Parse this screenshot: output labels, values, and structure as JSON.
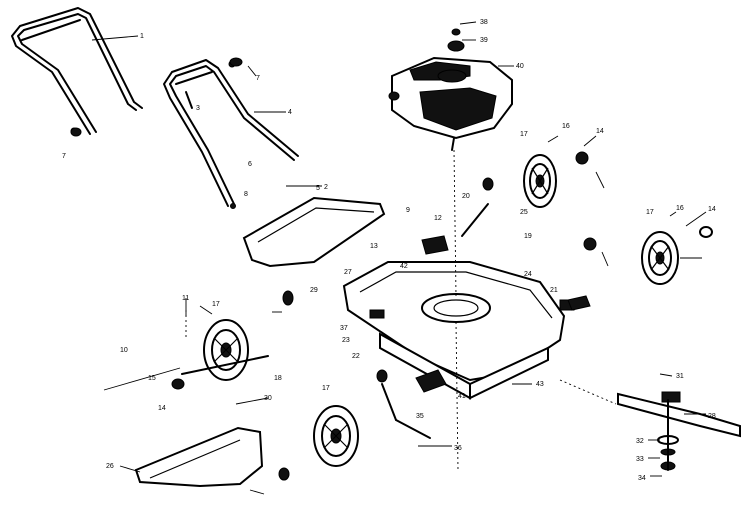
{
  "diagram": {
    "callouts": [
      {
        "id": "c1",
        "text": "1"
      },
      {
        "id": "c2",
        "text": "2"
      },
      {
        "id": "c3",
        "text": "3"
      },
      {
        "id": "c4",
        "text": "4"
      },
      {
        "id": "c5",
        "text": "5"
      },
      {
        "id": "c6",
        "text": "6"
      },
      {
        "id": "c7a",
        "text": "7"
      },
      {
        "id": "c7b",
        "text": "7"
      },
      {
        "id": "c8",
        "text": "8"
      },
      {
        "id": "c9",
        "text": "9"
      },
      {
        "id": "c10",
        "text": "10"
      },
      {
        "id": "c11",
        "text": "11"
      },
      {
        "id": "c12",
        "text": "12"
      },
      {
        "id": "c13",
        "text": "13"
      },
      {
        "id": "c14a",
        "text": "14"
      },
      {
        "id": "c14b",
        "text": "14"
      },
      {
        "id": "c14c",
        "text": "14"
      },
      {
        "id": "c15",
        "text": "15"
      },
      {
        "id": "c16a",
        "text": "16"
      },
      {
        "id": "c16b",
        "text": "16"
      },
      {
        "id": "c17a",
        "text": "17"
      },
      {
        "id": "c17b",
        "text": "17"
      },
      {
        "id": "c17c",
        "text": "17"
      },
      {
        "id": "c17d",
        "text": "17"
      },
      {
        "id": "c18",
        "text": "18"
      },
      {
        "id": "c19",
        "text": "19"
      },
      {
        "id": "c20",
        "text": "20"
      },
      {
        "id": "c21",
        "text": "21"
      },
      {
        "id": "c22",
        "text": "22"
      },
      {
        "id": "c23",
        "text": "23"
      },
      {
        "id": "c24",
        "text": "24"
      },
      {
        "id": "c25",
        "text": "25"
      },
      {
        "id": "c26",
        "text": "26"
      },
      {
        "id": "c27",
        "text": "27"
      },
      {
        "id": "c28",
        "text": "28"
      },
      {
        "id": "c29",
        "text": "29"
      },
      {
        "id": "c30",
        "text": "30"
      },
      {
        "id": "c31",
        "text": "31"
      },
      {
        "id": "c32",
        "text": "32"
      },
      {
        "id": "c33",
        "text": "33"
      },
      {
        "id": "c34",
        "text": "34"
      },
      {
        "id": "c35",
        "text": "35"
      },
      {
        "id": "c36",
        "text": "36"
      },
      {
        "id": "c37",
        "text": "37"
      },
      {
        "id": "c38",
        "text": "38"
      },
      {
        "id": "c39",
        "text": "39"
      },
      {
        "id": "c40",
        "text": "40"
      },
      {
        "id": "c41",
        "text": "41"
      },
      {
        "id": "c42",
        "text": "42"
      },
      {
        "id": "c43",
        "text": "43"
      }
    ]
  }
}
